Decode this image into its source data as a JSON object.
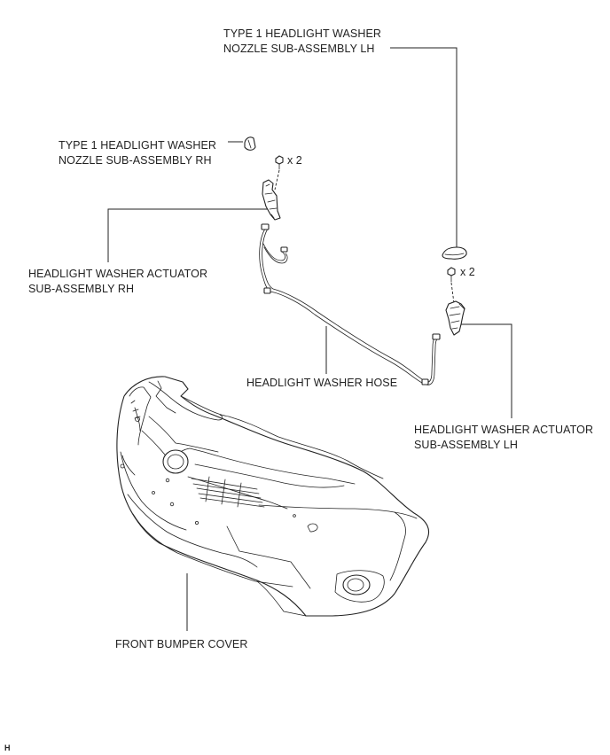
{
  "labels": {
    "nozzle_lh": [
      "TYPE 1 HEADLIGHT WASHER",
      "NOZZLE SUB-ASSEMBLY LH"
    ],
    "nozzle_rh": [
      "TYPE 1 HEADLIGHT WASHER",
      "NOZZLE SUB-ASSEMBLY RH"
    ],
    "actuator_rh": [
      "HEADLIGHT WASHER ACTUATOR",
      "SUB-ASSEMBLY RH"
    ],
    "actuator_lh": [
      "HEADLIGHT WASHER ACTUATOR",
      "SUB-ASSEMBLY LH"
    ],
    "hose": "HEADLIGHT WASHER HOSE",
    "bumper": "FRONT BUMPER COVER"
  },
  "quantities": {
    "bolts_rh": "x 2",
    "bolts_lh": "x 2"
  },
  "corner_mark": "H"
}
